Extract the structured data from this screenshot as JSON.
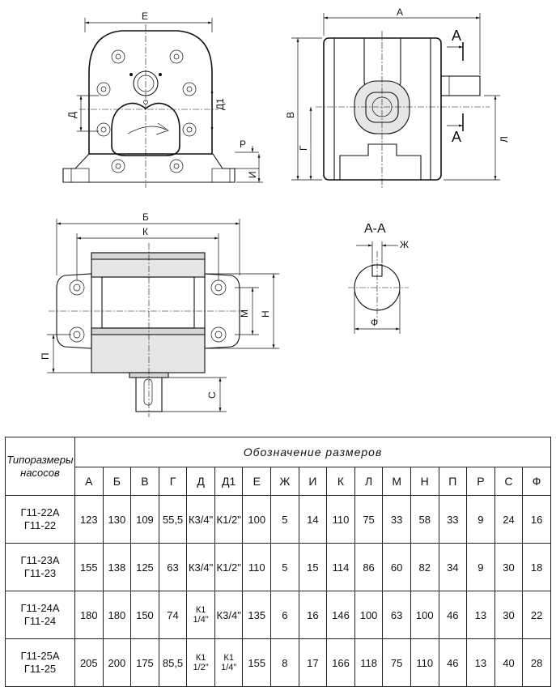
{
  "drawing": {
    "front_view": {
      "dim_top": "Е",
      "dim_left": "Д",
      "dim_right": "Д1",
      "dim_p": "Р",
      "dim_i": "И"
    },
    "side_view": {
      "dim_top": "А",
      "dim_v": "В",
      "dim_g": "Г",
      "dim_l": "Л",
      "section_top": "А",
      "section_bottom": "А"
    },
    "top_view": {
      "dim_b": "Б",
      "dim_k": "К",
      "dim_m": "М",
      "dim_n": "Н",
      "dim_p": "П",
      "dim_s": "С"
    },
    "section_view": {
      "title": "А-А",
      "dim_zh": "Ж",
      "dim_f": "Ф"
    }
  },
  "table": {
    "row_header": [
      "Типоразмеры",
      "насосов"
    ],
    "title": "Обозначение   размеров",
    "columns": [
      "А",
      "Б",
      "В",
      "Г",
      "Д",
      "Д1",
      "Е",
      "Ж",
      "И",
      "К",
      "Л",
      "М",
      "Н",
      "П",
      "Р",
      "С",
      "Ф"
    ],
    "rows": [
      {
        "name": [
          "Г11-22А",
          "Г11-22"
        ],
        "values": [
          "123",
          "130",
          "109",
          "55,5",
          "К3/4\"",
          "К1/2\"",
          "100",
          "5",
          "14",
          "110",
          "75",
          "33",
          "58",
          "33",
          "9",
          "24",
          "16"
        ]
      },
      {
        "name": [
          "Г11-23А",
          "Г11-23"
        ],
        "values": [
          "155",
          "138",
          "125",
          "63",
          "К3/4\"",
          "К1/2\"",
          "110",
          "5",
          "15",
          "114",
          "86",
          "60",
          "82",
          "34",
          "9",
          "30",
          "18"
        ]
      },
      {
        "name": [
          "Г11-24А",
          "Г11-24"
        ],
        "values": [
          "180",
          "180",
          "150",
          "74",
          "К1 1/4\"",
          "К3/4\"",
          "135",
          "6",
          "16",
          "146",
          "100",
          "63",
          "100",
          "46",
          "13",
          "30",
          "22"
        ]
      },
      {
        "name": [
          "Г11-25А",
          "Г11-25"
        ],
        "values": [
          "205",
          "200",
          "175",
          "85,5",
          "К1 1/2\"",
          "К1 1/4\"",
          "155",
          "8",
          "17",
          "166",
          "118",
          "75",
          "110",
          "46",
          "13",
          "40",
          "28"
        ]
      }
    ]
  }
}
